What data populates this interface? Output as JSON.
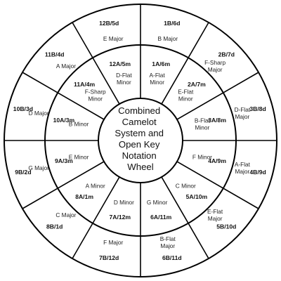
{
  "center": {
    "title_lines": [
      "Combined",
      "Camelot",
      "System and",
      "Open Key",
      "Notation",
      "Wheel"
    ]
  },
  "outer_ring": [
    {
      "code": "1B/6d",
      "key": [
        "B Major"
      ]
    },
    {
      "code": "2B/7d",
      "key": [
        "F-Sharp",
        "Major"
      ]
    },
    {
      "code": "3B/8d",
      "key": [
        "D-Flat",
        "Major"
      ]
    },
    {
      "code": "4B/9d",
      "key": [
        "A-Flat",
        "Major"
      ]
    },
    {
      "code": "5B/10d",
      "key": [
        "E-Flat",
        "Major"
      ]
    },
    {
      "code": "6B/11d",
      "key": [
        "B-Flat",
        "Major"
      ]
    },
    {
      "code": "7B/12d",
      "key": [
        "F Major"
      ]
    },
    {
      "code": "8B/1d",
      "key": [
        "C Major"
      ]
    },
    {
      "code": "9B/2d",
      "key": [
        "G Major"
      ]
    },
    {
      "code": "10B/3d",
      "key": [
        "D Major"
      ]
    },
    {
      "code": "11B/4d",
      "key": [
        "A Major"
      ]
    },
    {
      "code": "12B/5d",
      "key": [
        "E Major"
      ]
    }
  ],
  "inner_ring": [
    {
      "code": "1A/6m",
      "key": [
        "A-Flat",
        "Minor"
      ]
    },
    {
      "code": "2A/7m",
      "key": [
        "E-Flat",
        "Minor"
      ]
    },
    {
      "code": "3A/8m",
      "key": [
        "B-Flat",
        "Minor"
      ]
    },
    {
      "code": "4A/9m",
      "key": [
        "F Minor"
      ]
    },
    {
      "code": "5A/10m",
      "key": [
        "C Minor"
      ]
    },
    {
      "code": "6A/11m",
      "key": [
        "G Minor"
      ]
    },
    {
      "code": "7A/12m",
      "key": [
        "D Minor"
      ]
    },
    {
      "code": "8A/1m",
      "key": [
        "A Minor"
      ]
    },
    {
      "code": "9A/3m",
      "key": [
        "E Minor"
      ]
    },
    {
      "code": "10A/3m",
      "key": [
        "B Minor"
      ]
    },
    {
      "code": "11A/4m",
      "key": [
        "F-Sharp",
        "Minor"
      ]
    },
    {
      "code": "12A/5m",
      "key": [
        "D-Flat",
        "Minor"
      ]
    }
  ]
}
